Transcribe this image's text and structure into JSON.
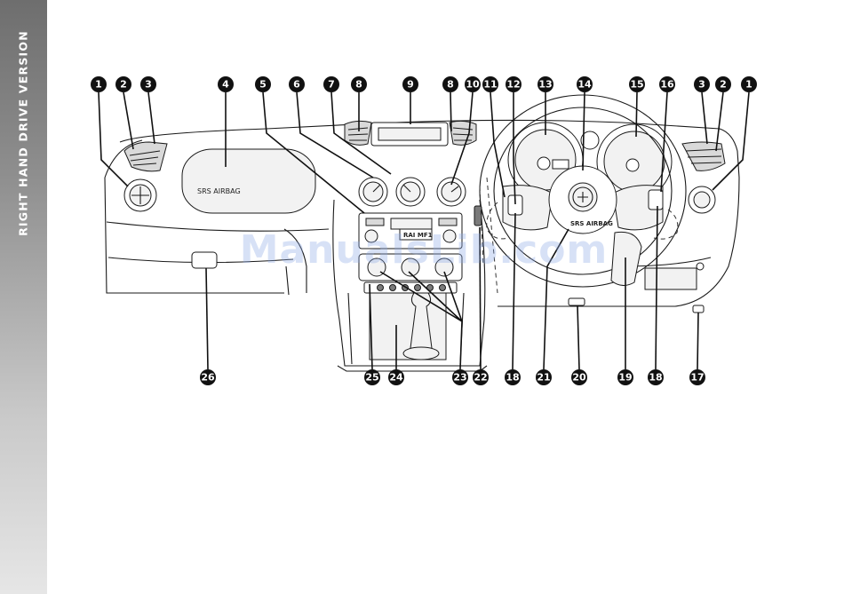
{
  "side_tab": {
    "label": "RIGHT HAND DRIVE VERSION"
  },
  "diagram": {
    "airbag_label": "SRS AIRBAG",
    "radio_display": "RAI MF1",
    "wheel_airbag_label": "SRS AIRBAG",
    "top_callouts": [
      "1",
      "2",
      "3",
      "4",
      "5",
      "6",
      "7",
      "8",
      "9",
      "8",
      "10",
      "11",
      "12",
      "13",
      "14",
      "15",
      "16",
      "3",
      "2",
      "1"
    ],
    "bottom_callouts": [
      "26",
      "25",
      "24",
      "23",
      "22",
      "18",
      "21",
      "20",
      "19",
      "18",
      "17"
    ]
  },
  "watermark": "ManualsLib.com",
  "colors": {
    "tab_dark": "#6e6e6e",
    "tab_light": "#e6e6e6",
    "callout_fill": "#111111",
    "watermark": "#8caae6"
  }
}
